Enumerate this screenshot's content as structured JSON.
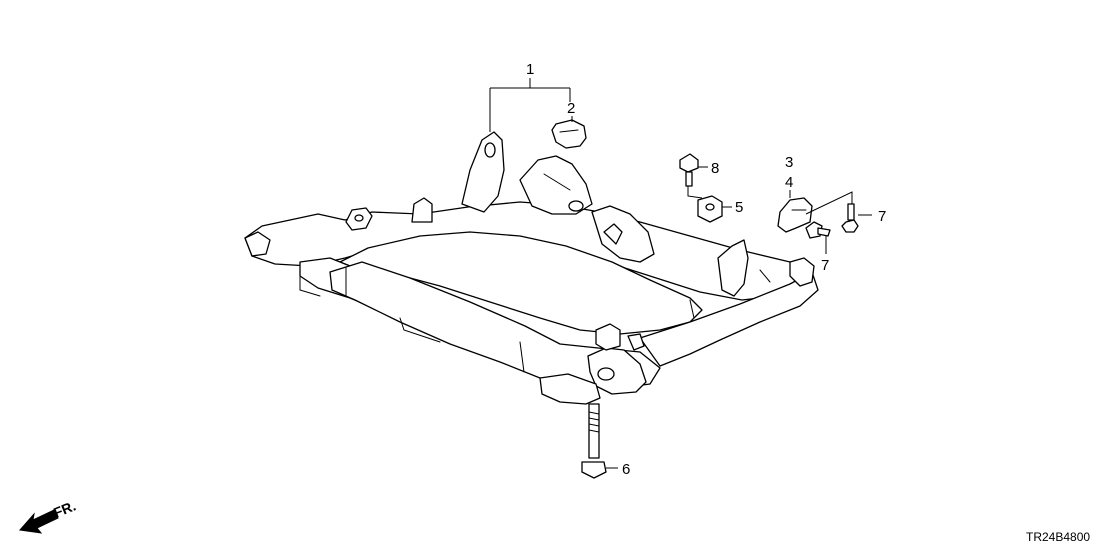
{
  "diagram": {
    "part_labels": [
      "1",
      "2",
      "3",
      "4",
      "5",
      "6",
      "7",
      "7",
      "8"
    ],
    "direction_label": "FR.",
    "drawing_code": "TR24B4800"
  }
}
